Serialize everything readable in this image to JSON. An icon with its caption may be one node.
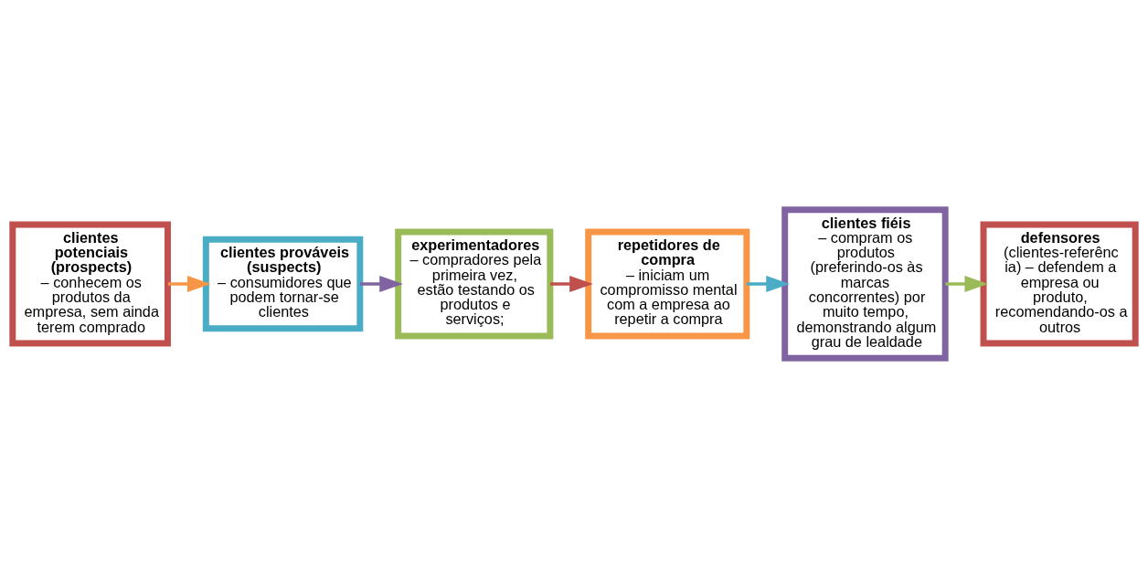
{
  "diagram": {
    "nodes": [
      {
        "text": [
          "clientes potenciais (prospects)",
          "– conhecem os produtos da empresa, sem ainda terem comprado"
        ]
      },
      {
        "text": [
          "clientes prováveis (suspects)",
          "– consumidores que podem tornar-se clientes"
        ]
      },
      {
        "text": [
          "experimentadores",
          "– compradores pela primeira vez, estão testando os produtos e serviços;"
        ]
      },
      {
        "text": [
          "repetidores de compra",
          "– iniciam um compromisso mental com a empresa ao repetir a compra"
        ]
      },
      {
        "text": [
          "clientes fiéis",
          "– compram os produtos (preferindo-os às marcas concorrentes) por muito tempo, demonstrando algum grau de lealdade"
        ]
      },
      {
        "text": [
          "defensores",
          "(clientes-referência) – defendem a empresa ou produto, recomendando-os a outros"
        ]
      }
    ],
    "edges": [
      {
        "from": 0,
        "to": 1,
        "arrow": "to",
        "color": "#f79646"
      },
      {
        "from": 1,
        "to": 2,
        "arrow": "to",
        "color": "#8064a2"
      },
      {
        "from": 2,
        "to": 3,
        "arrow": "to",
        "color": "#c0504d"
      },
      {
        "from": 3,
        "to": 4,
        "arrow": "to",
        "color": "#4bacc6"
      },
      {
        "from": 4,
        "to": 5,
        "arrow": "to",
        "color": "#9bbb59"
      }
    ]
  }
}
